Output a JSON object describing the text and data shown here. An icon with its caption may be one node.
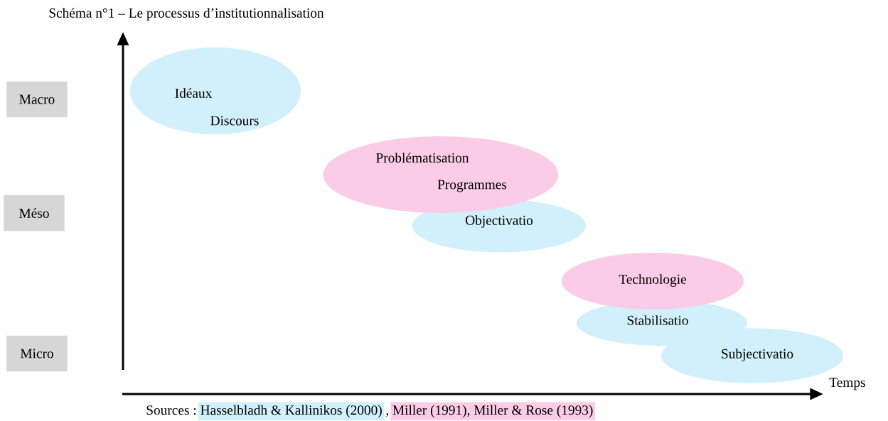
{
  "diagram": {
    "title": "Schéma n°1 – Le processus d’institutionnalisation",
    "nodes": [
      {
        "text": [
          "Macro"
        ]
      },
      {
        "text": [
          "Méso"
        ]
      },
      {
        "text": [
          "Micro"
        ]
      },
      {
        "text": [
          "Idéaux",
          "Discours"
        ]
      },
      {
        "text": [
          "Problématisation",
          "Programmes"
        ]
      },
      {
        "text": [
          "Objectivatio"
        ]
      },
      {
        "text": [
          "Technologie"
        ]
      },
      {
        "text": [
          "Stabilisatio"
        ]
      },
      {
        "text": [
          "Subjectivatio"
        ]
      }
    ],
    "labels": [
      "Temps",
      "Sources :",
      "Hasselbladh & Kallinikos (2000)",
      ",",
      "Miller (1991), Miller & Rose (1993)"
    ]
  }
}
